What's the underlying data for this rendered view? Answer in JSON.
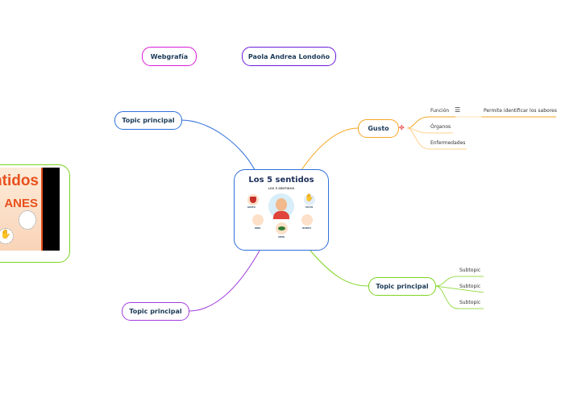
{
  "central": {
    "title": "Los 5 sentidos",
    "image_caption": "LOS 5 SENTIDOS",
    "image_labels": [
      "GUSTO",
      "TACTO",
      "OÍDO",
      "OLFATO",
      "VISTA"
    ]
  },
  "floating": {
    "webgrafia": "Webgrafía",
    "author": "Paola Andrea Londoño"
  },
  "topics": {
    "top_left": "Topic principal",
    "gusto": {
      "label": "Gusto",
      "subtopics": [
        "Función",
        "Órganos",
        "Enfermedades"
      ],
      "funcion_note": "Permite identificar los sabores",
      "note_icon": "notes-icon"
    },
    "right": {
      "label": "Topic principal",
      "subtopics": [
        "Subtopic",
        "Subtopic",
        "Subtopic"
      ]
    },
    "bottom": "Topic principal"
  },
  "left_image": {
    "text_line1": "entidos",
    "text_line2": "ANES"
  },
  "colors": {
    "blue": "#2f6fdc",
    "orange": "#f5a623",
    "green": "#7ed321",
    "purple": "#a13de0",
    "magenta": "#d81bd8",
    "violet": "#6a1bd8"
  }
}
